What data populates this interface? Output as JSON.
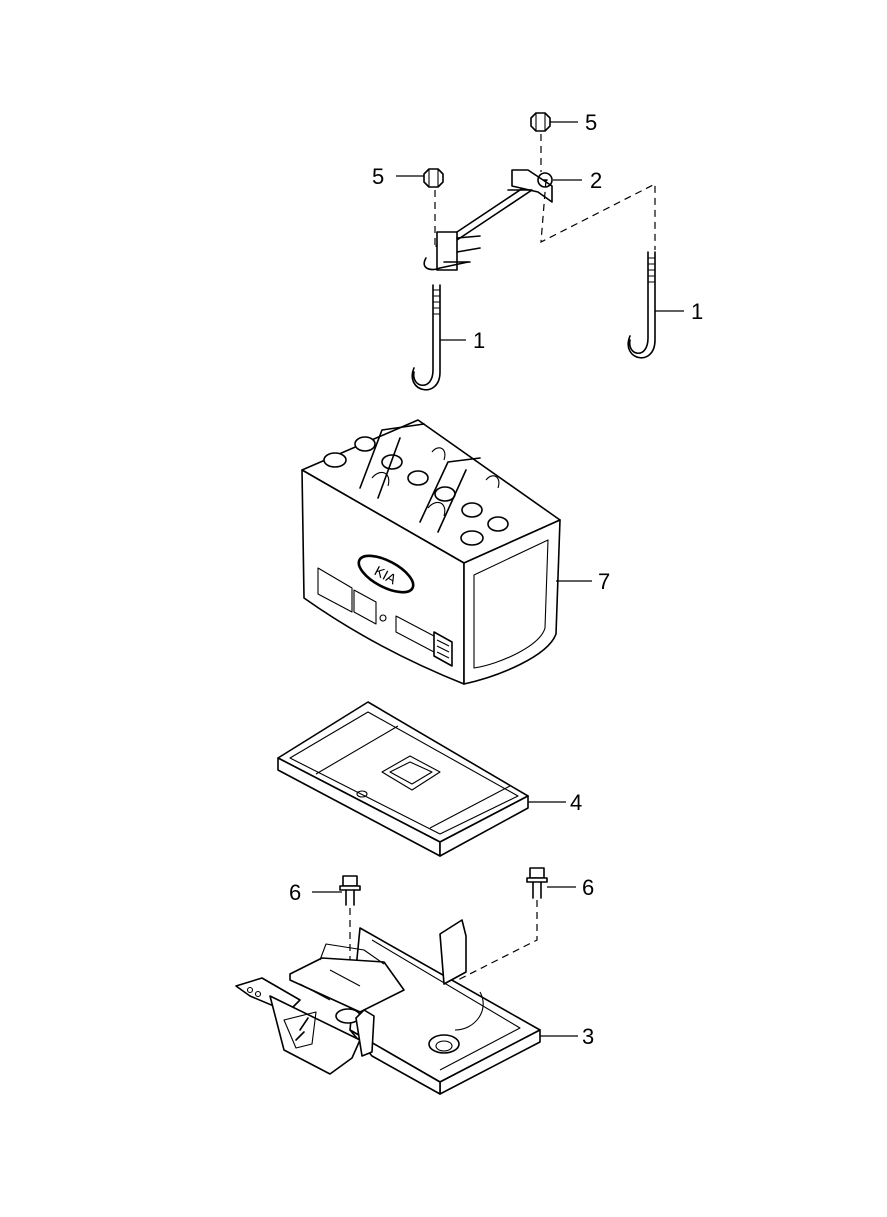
{
  "callouts": [
    {
      "id": "nut-left",
      "label": "5"
    },
    {
      "id": "nut-right",
      "label": "5"
    },
    {
      "id": "bracket",
      "label": "2"
    },
    {
      "id": "hook-bolt-left",
      "label": "1"
    },
    {
      "id": "hook-bolt-right",
      "label": "1"
    },
    {
      "id": "battery",
      "label": "7"
    },
    {
      "id": "battery-tray",
      "label": "4"
    },
    {
      "id": "bolt-left",
      "label": "6"
    },
    {
      "id": "bolt-right",
      "label": "6"
    },
    {
      "id": "tray-bracket",
      "label": "3"
    }
  ],
  "battery_logo": "KIA"
}
